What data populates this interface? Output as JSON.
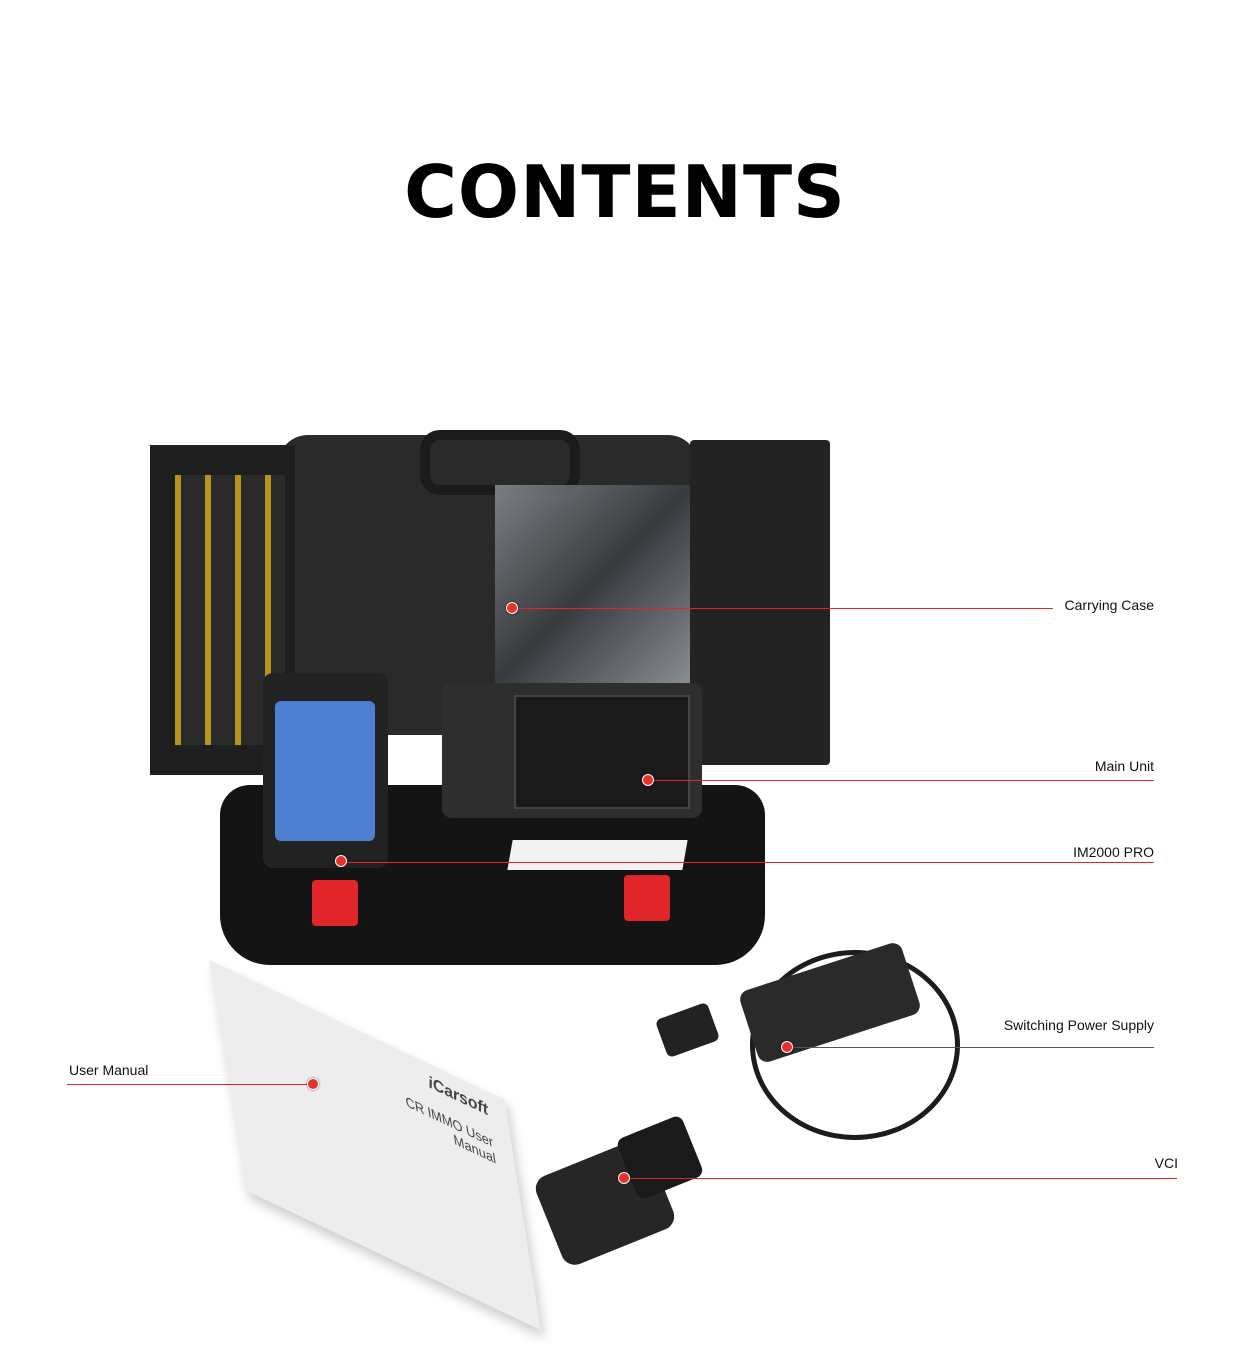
{
  "title": "CONTENTS",
  "callouts": {
    "carrying_case": "Carrying Case",
    "main_unit": "Main Unit",
    "im2000_pro": "IM2000 PRO",
    "power_supply": "Switching Power Supply",
    "vci": "VCI",
    "user_manual": "User Manual"
  },
  "product_print": {
    "brand": "iCarsoft",
    "manual_title": "CR IMMO User Manual"
  },
  "colors": {
    "accent": "#e0262b"
  }
}
